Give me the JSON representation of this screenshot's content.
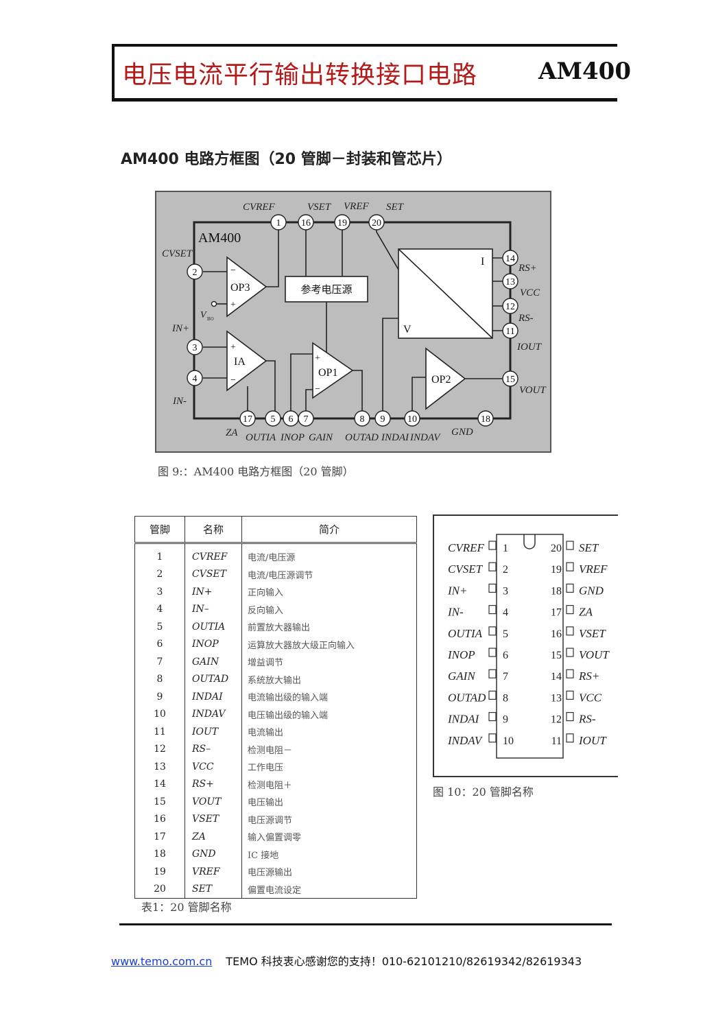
{
  "header": {
    "title": "电压电流平行输出转换接口电路",
    "model": "AM400"
  },
  "section_title": "AM400 电路方框图（20 管脚－封装和管芯片）",
  "block_diagram": {
    "chip_label": "AM400",
    "ref_block": "参考电压源",
    "amps": {
      "op3": "OP3",
      "ia": "IA",
      "op1": "OP1",
      "op2": "OP2"
    },
    "converter": {
      "i": "I",
      "v": "V"
    },
    "vbo": "V",
    "vbo_sub": "BO",
    "pins": {
      "p1": "1",
      "p2": "2",
      "p3": "3",
      "p4": "4",
      "p5": "5",
      "p6": "6",
      "p7": "7",
      "p8": "8",
      "p9": "9",
      "p10": "10",
      "p11": "11",
      "p12": "12",
      "p13": "13",
      "p14": "14",
      "p15": "15",
      "p16": "16",
      "p17": "17",
      "p18": "18",
      "p19": "19",
      "p20": "20"
    },
    "labels": {
      "cvref": "CVREF",
      "vset": "VSET",
      "vref": "VREF",
      "set": "SET",
      "cvset": "CVSET",
      "inp": "IN+",
      "inn": "IN-",
      "rsp": "RS+",
      "vcc": "VCC",
      "rsn": "RS-",
      "iout": "IOUT",
      "vout": "VOUT",
      "za": "ZA",
      "outia": "OUTIA",
      "inop": "INOP",
      "gain": "GAIN",
      "outad": "OUTAD",
      "indai": "INDAI",
      "indav": "INDAV",
      "gnd": "GND"
    },
    "caption": "图 9:：AM400 电路方框图（20 管脚）"
  },
  "pin_table": {
    "headers": [
      "管脚",
      "名称",
      "简介"
    ],
    "rows": [
      [
        "1",
        "CVREF",
        "电流/电压源"
      ],
      [
        "2",
        "CVSET",
        "电流/电压源调节"
      ],
      [
        "3",
        "IN+",
        "正向输入"
      ],
      [
        "4",
        "IN–",
        "反向输入"
      ],
      [
        "5",
        "OUTIA",
        "前置放大器输出"
      ],
      [
        "6",
        "INOP",
        "运算放大器放大级正向输入"
      ],
      [
        "7",
        "GAIN",
        "增益调节"
      ],
      [
        "8",
        "OUTAD",
        "系统放大输出"
      ],
      [
        "9",
        "INDAI",
        "电流输出级的输入端"
      ],
      [
        "10",
        "INDAV",
        "电压输出级的输入端"
      ],
      [
        "11",
        "IOUT",
        "电流输出"
      ],
      [
        "12",
        "RS–",
        "检测电阻－"
      ],
      [
        "13",
        "VCC",
        "工作电压"
      ],
      [
        "14",
        "RS+",
        "检测电阻＋"
      ],
      [
        "15",
        "VOUT",
        "电压输出"
      ],
      [
        "16",
        "VSET",
        "电压源调节"
      ],
      [
        "17",
        "ZA",
        "输入偏置调零"
      ],
      [
        "18",
        "GND",
        "IC 接地"
      ],
      [
        "19",
        "VREF",
        "电压源输出"
      ],
      [
        "20",
        "SET",
        "偏置电流设定"
      ]
    ],
    "caption": "表1：20 管脚名称"
  },
  "pinout": {
    "left": [
      {
        "num": "1",
        "name": "CVREF"
      },
      {
        "num": "2",
        "name": "CVSET"
      },
      {
        "num": "3",
        "name": "IN+"
      },
      {
        "num": "4",
        "name": "IN-"
      },
      {
        "num": "5",
        "name": "OUTIA"
      },
      {
        "num": "6",
        "name": "INOP"
      },
      {
        "num": "7",
        "name": "GAIN"
      },
      {
        "num": "8",
        "name": "OUTAD"
      },
      {
        "num": "9",
        "name": "INDAI"
      },
      {
        "num": "10",
        "name": "INDAV"
      }
    ],
    "right": [
      {
        "num": "20",
        "name": "SET"
      },
      {
        "num": "19",
        "name": "VREF"
      },
      {
        "num": "18",
        "name": "GND"
      },
      {
        "num": "17",
        "name": "ZA"
      },
      {
        "num": "16",
        "name": "VSET"
      },
      {
        "num": "15",
        "name": "VOUT"
      },
      {
        "num": "14",
        "name": "RS+"
      },
      {
        "num": "13",
        "name": "VCC"
      },
      {
        "num": "12",
        "name": "RS-"
      },
      {
        "num": "11",
        "name": "IOUT"
      }
    ],
    "caption": "图 10：20 管脚名称"
  },
  "footer": {
    "url": "www.temo.com.cn",
    "text": "TEMO 科技衷心感谢您的支持！010-62101210/82619342/82619343"
  },
  "colors": {
    "title": "#b31b1b",
    "diagram_bg": "#bdbdbd",
    "link": "#1a3fd1"
  }
}
